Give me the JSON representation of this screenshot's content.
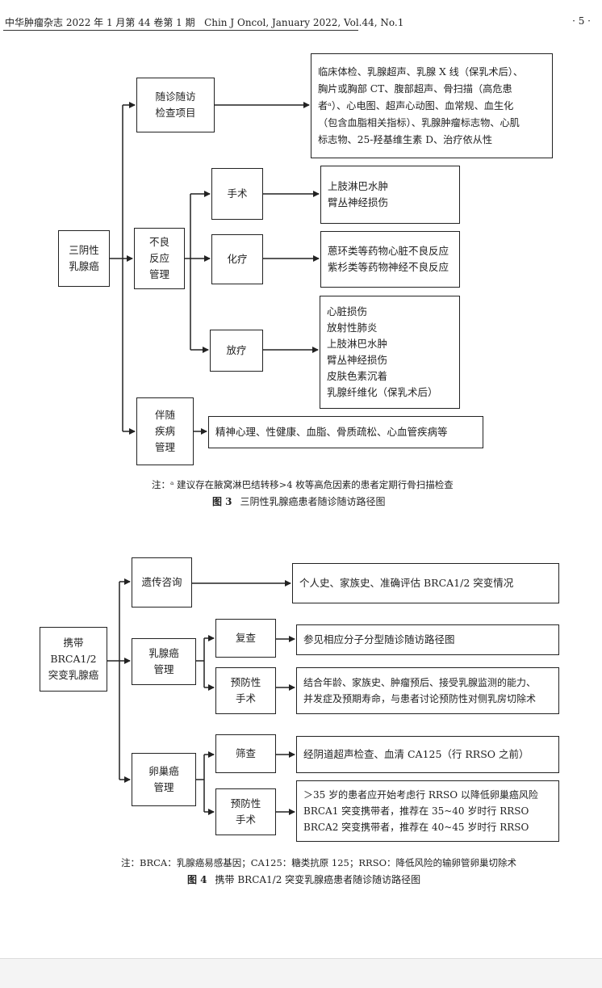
{
  "header": {
    "journal_cn": "中华肿瘤杂志 2022 年 1 月第 44 卷第 1 期",
    "journal_en": "Chin J Oncol, January 2022, Vol.44, No.1",
    "page": "· 5 ·"
  },
  "fig3": {
    "root": [
      "三阴性",
      "乳腺癌"
    ],
    "branch_followup": [
      "随诊随访",
      "检查项目"
    ],
    "followup_items": [
      "临床体检、乳腺超声、乳腺 X 线（保乳术后）、",
      "胸片或胸部 CT、腹部超声、骨扫描（高危患",
      "者ᵃ）、心电图、超声心动图、血常规、血生化",
      "（包含血脂相关指标）、乳腺肿瘤标志物、心肌",
      "标志物、25-羟基维生素 D、治疗依从性"
    ],
    "branch_adverse": [
      "不良",
      "反应",
      "管理"
    ],
    "surgery": "手术",
    "surgery_items": [
      "上肢淋巴水肿",
      "臂丛神经损伤"
    ],
    "chemo": "化疗",
    "chemo_items": [
      "蒽环类等药物心脏不良反应",
      "紫杉类等药物神经不良反应"
    ],
    "radio": "放疗",
    "radio_items": [
      "心脏损伤",
      "放射性肺炎",
      "上肢淋巴水肿",
      "臂丛神经损伤",
      "皮肤色素沉着",
      "乳腺纤维化（保乳术后）"
    ],
    "branch_comorbid": [
      "伴随",
      "疾病",
      "管理"
    ],
    "comorbid_items": "精神心理、性健康、血脂、骨质疏松、心血管疾病等",
    "note": "注：ᵃ 建议存在腋窝淋巴结转移>4 枚等高危因素的患者定期行骨扫描检查",
    "caption_label": "图 3",
    "caption_text": "三阴性乳腺癌患者随诊随访路径图"
  },
  "fig4": {
    "root": [
      "携带",
      "BRCA1/2",
      "突变乳腺癌"
    ],
    "genetic": "遗传咨询",
    "genetic_items": "个人史、家族史、准确评估 BRCA1/2 突变情况",
    "breast": [
      "乳腺癌",
      "管理"
    ],
    "recheck": "复查",
    "recheck_items": "参见相应分子分型随诊随访路径图",
    "prevent1": [
      "预防性",
      "手术"
    ],
    "prevent1_items": [
      "结合年龄、家族史、肿瘤预后、接受乳腺监测的能力、",
      "并发症及预期寿命，与患者讨论预防性对侧乳房切除术"
    ],
    "ovary": [
      "卵巢癌",
      "管理"
    ],
    "screen": "筛查",
    "screen_items": "经阴道超声检查、血清 CA125（行 RRSO 之前）",
    "prevent2": [
      "预防性",
      "手术"
    ],
    "prevent2_items": [
      "＞35 岁的患者应开始考虑行 RRSO 以降低卵巢癌风险",
      "BRCA1 突变携带者，推荐在 35~40 岁时行 RRSO",
      "BRCA2 突变携带者，推荐在 40~45 岁时行 RRSO"
    ],
    "note": "注：BRCA：乳腺癌易感基因；CA125：糖类抗原 125；RRSO：降低风险的输卵管卵巢切除术",
    "caption_label": "图 4",
    "caption_text": "携带 BRCA1/2 突变乳腺癌患者随诊随访路径图"
  }
}
